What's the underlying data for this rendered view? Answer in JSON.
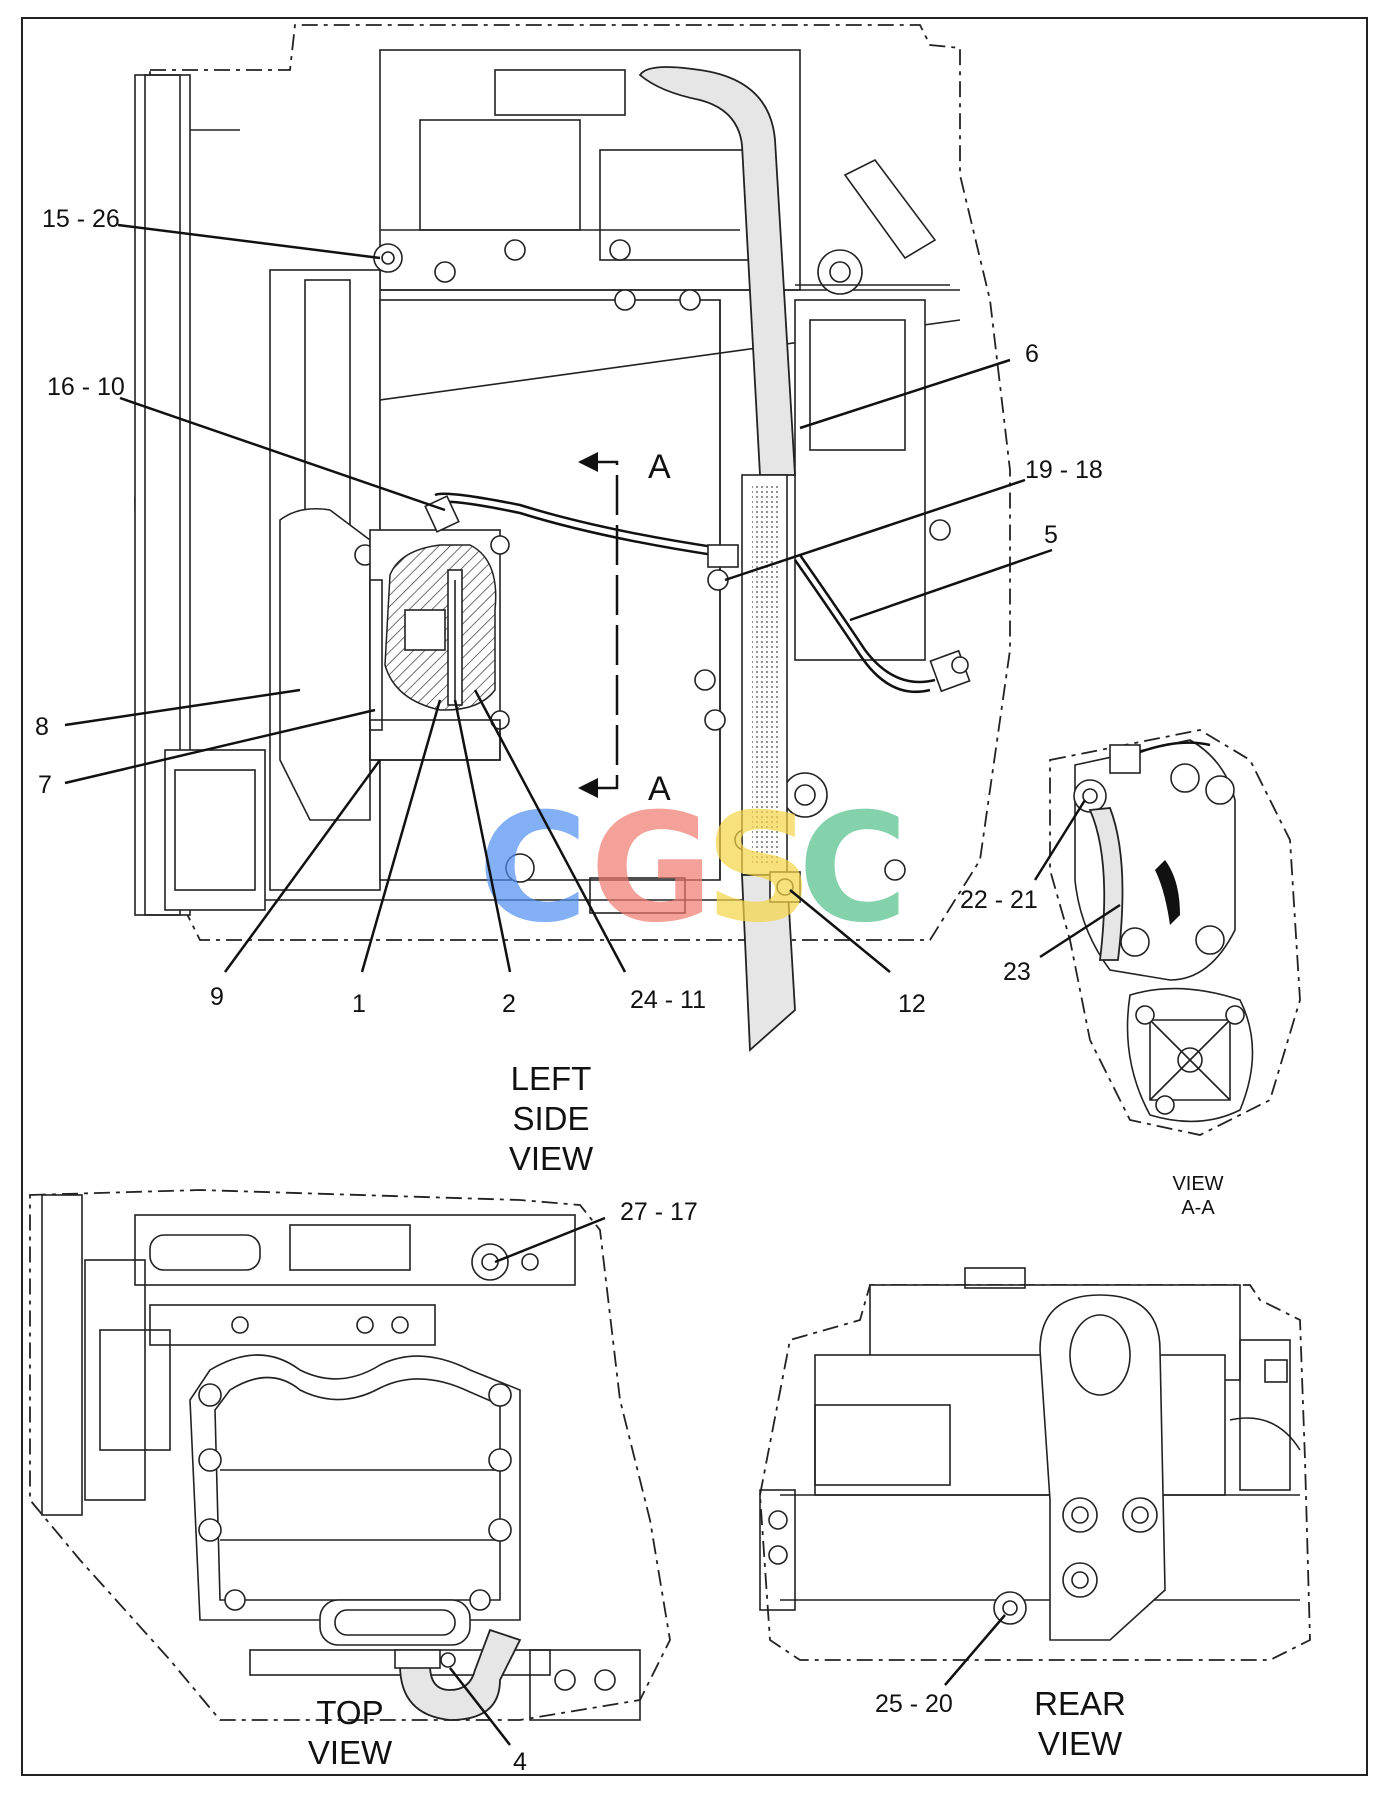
{
  "views": {
    "left_side": {
      "line1": "LEFT",
      "line2": "SIDE",
      "line3": "VIEW"
    },
    "view_aa": {
      "line1": "VIEW",
      "line2": "A-A"
    },
    "top": {
      "line1": "TOP",
      "line2": "VIEW"
    },
    "rear": {
      "line1": "REAR",
      "line2": "VIEW"
    }
  },
  "section_marks": {
    "upper": "A",
    "lower": "A"
  },
  "callouts": {
    "c15_26": "15 - 26",
    "c16_10": "16 - 10",
    "c6": "6",
    "c19_18": "19 - 18",
    "c5": "5",
    "c8": "8",
    "c7": "7",
    "c9": "9",
    "c1": "1",
    "c2": "2",
    "c24_11": "24 - 11",
    "c12": "12",
    "c22_21": "22 - 21",
    "c23": "23",
    "c27_17": "27 - 17",
    "c4": "4",
    "c25_20": "25 - 20"
  },
  "watermark": {
    "letters": [
      "C",
      "G",
      "S",
      "C"
    ],
    "colors": [
      "#4f8ef0",
      "#f07a6e",
      "#f5d547",
      "#4fbf8a"
    ]
  }
}
